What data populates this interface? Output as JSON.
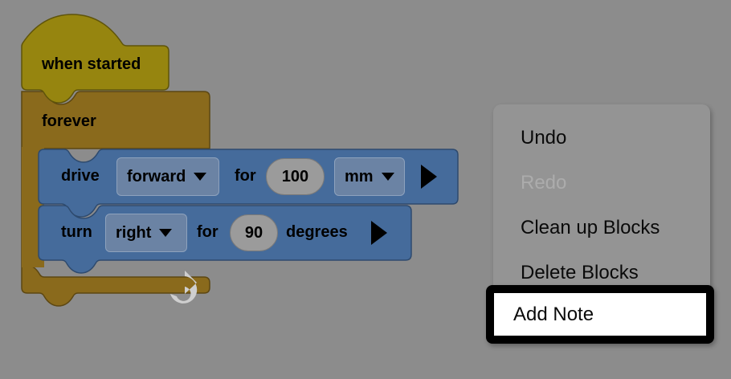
{
  "workspace": {
    "background_color": "#8c8c8c",
    "blocks": [
      {
        "id": "when-started",
        "type": "hat-event",
        "label": "when started",
        "color": "#96850f"
      },
      {
        "id": "forever",
        "type": "c-loop",
        "label": "forever",
        "color": "#8a6a1c",
        "loop_icon": "loop-arrow-icon"
      },
      {
        "id": "drive",
        "type": "command",
        "color": "#456b9b",
        "label_1": "drive",
        "direction": "forward",
        "label_2": "for",
        "distance": "100",
        "unit": "mm",
        "run_icon": "play-arrow-icon"
      },
      {
        "id": "turn",
        "type": "command",
        "color": "#456b9b",
        "label_1": "turn",
        "direction": "right",
        "label_2": "for",
        "angle": "90",
        "label_3": "degrees",
        "run_icon": "play-arrow-icon"
      }
    ]
  },
  "context_menu": {
    "panel_color": "#949494",
    "items": [
      {
        "label": "Undo",
        "enabled": true
      },
      {
        "label": "Redo",
        "enabled": false
      },
      {
        "label": "Clean up Blocks",
        "enabled": true
      },
      {
        "label": "Delete Blocks",
        "enabled": true
      }
    ],
    "highlighted_item": {
      "label": "Add Note",
      "highlight_border_color": "#000000",
      "highlight_fill_color": "#ffffff"
    }
  }
}
